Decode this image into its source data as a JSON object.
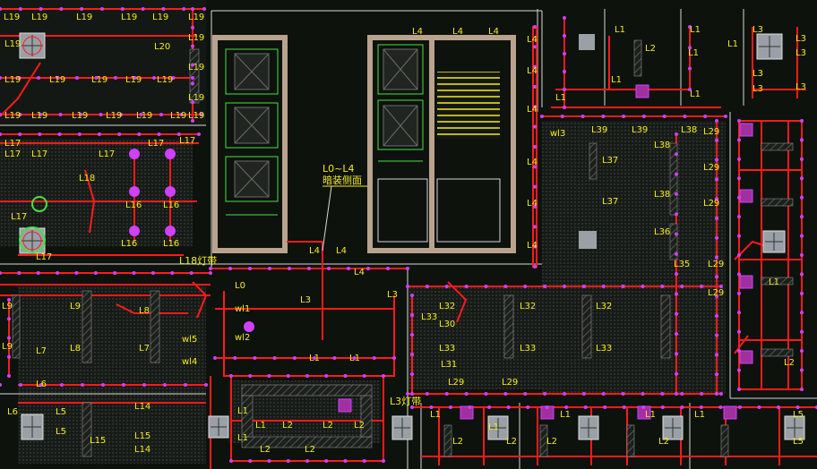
{
  "window": {
    "title": ""
  },
  "colors": {
    "background": "#0d120d",
    "wire": "#ff1a1a",
    "node": "#d040ff",
    "label": "#f4ec1a",
    "wall_gray": "#b9a38e",
    "green": "#46e046",
    "hatch": "#8a8a8a",
    "white_line": "#d8d8d8"
  },
  "icons": [
    {
      "name": "exhaust-fan-icon",
      "glyph": "cross-box"
    },
    {
      "name": "junction-box-icon",
      "glyph": "magenta-square"
    },
    {
      "name": "light-fixture-icon",
      "glyph": "magenta-dot"
    }
  ],
  "annotations": {
    "l0_l4": "L0~L4",
    "bottom_face": "暗装侧面",
    "strip_light": "L18灯带",
    "l3_light": "L3灯带",
    "wl1": "wl1",
    "wl2": "wl2",
    "wl3": "wl3",
    "wl4": "wl4",
    "wl5": "wl5",
    "l0": "L0"
  },
  "labels": [
    "L19",
    "L19",
    "L19",
    "L19",
    "L19",
    "L19",
    "L19",
    "L20",
    "L19",
    "L19",
    "L19",
    "L19",
    "L19",
    "L19",
    "L19",
    "L19",
    "L19",
    "L19",
    "L19",
    "L19",
    "L19",
    "L19",
    "L19",
    "L17",
    "L17",
    "L17",
    "L17",
    "L17",
    "L17",
    "L17",
    "L17",
    "L16",
    "L16",
    "L16",
    "L16",
    "L18",
    "L4",
    "L4",
    "L4",
    "L4",
    "L4",
    "L4",
    "L4",
    "L4",
    "L4",
    "L4",
    "L4",
    "L4",
    "L1",
    "L1",
    "L1",
    "L1",
    "L2",
    "L1",
    "L1",
    "L1",
    "L3",
    "L3",
    "L3",
    "L3",
    "L3",
    "L3",
    "L39",
    "L39",
    "L38",
    "L38",
    "L29",
    "L29",
    "L29",
    "L37",
    "L37",
    "L38",
    "L36",
    "L35",
    "L29",
    "L29",
    "L9",
    "L9",
    "L9",
    "L8",
    "L8",
    "L7",
    "L7",
    "L6",
    "L6",
    "L5",
    "L5",
    "L14",
    "L14",
    "L15",
    "L15",
    "L1",
    "L1",
    "L1",
    "L2",
    "L2",
    "L2",
    "L2",
    "L2",
    "L1",
    "L1",
    "L3",
    "L3",
    "L33",
    "L32",
    "L32",
    "L32",
    "L33",
    "L33",
    "L33",
    "L30",
    "L31",
    "L29",
    "L29",
    "L1",
    "L2",
    "L1",
    "L2",
    "L1",
    "L2",
    "L1",
    "L2",
    "L1",
    "L5",
    "L5",
    "L1",
    "L2"
  ]
}
